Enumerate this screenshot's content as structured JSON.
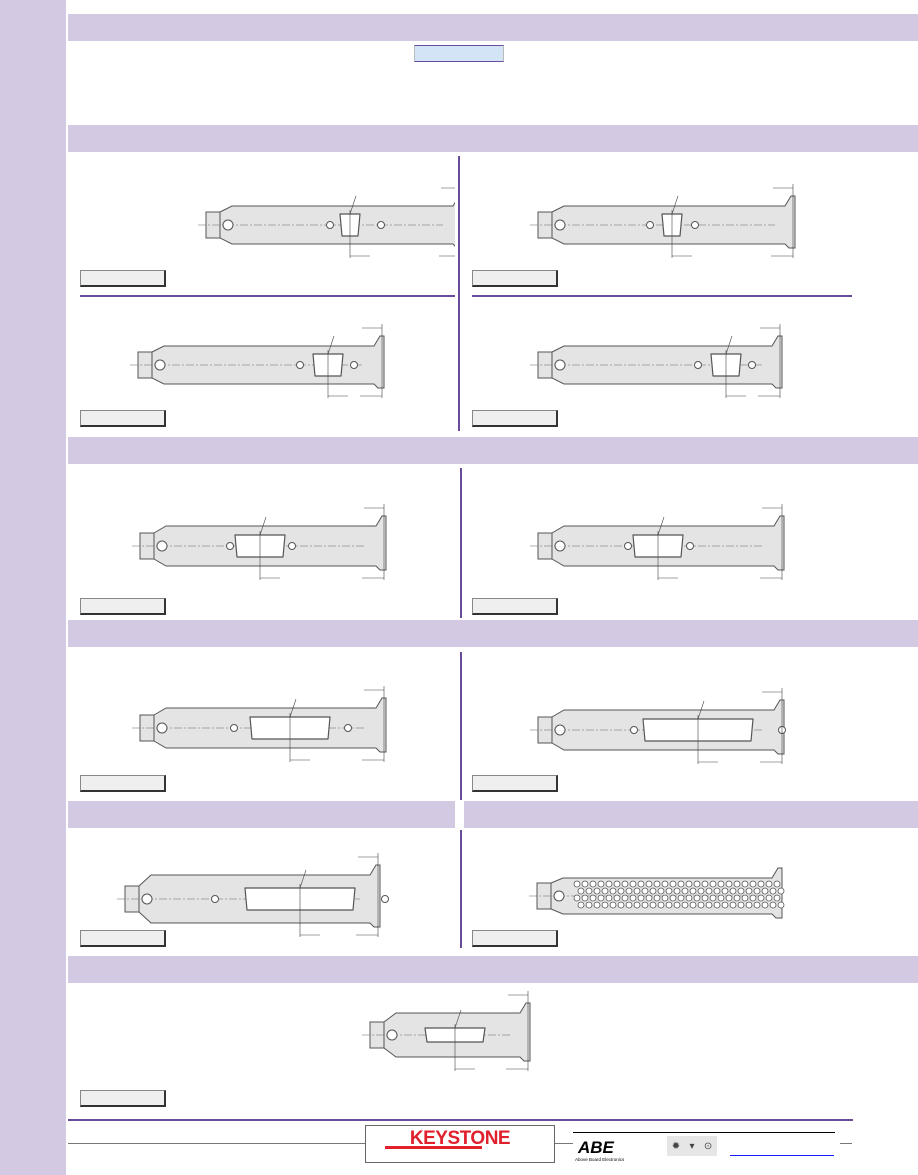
{
  "colors": {
    "band": "#d3c9e2",
    "accent": "#6a4c9c",
    "highlight_box": "#d4e4f7",
    "keystone_red": "#e0202c",
    "link": "#1a1aff"
  },
  "footer": {
    "keystone_logo": "KEYSTONE",
    "abe_logo": "ABE",
    "abe_tagline": "Above Board Electronics, Inc.",
    "icons": [
      "gear-icon",
      "cart-icon",
      "check-circle-icon"
    ]
  }
}
